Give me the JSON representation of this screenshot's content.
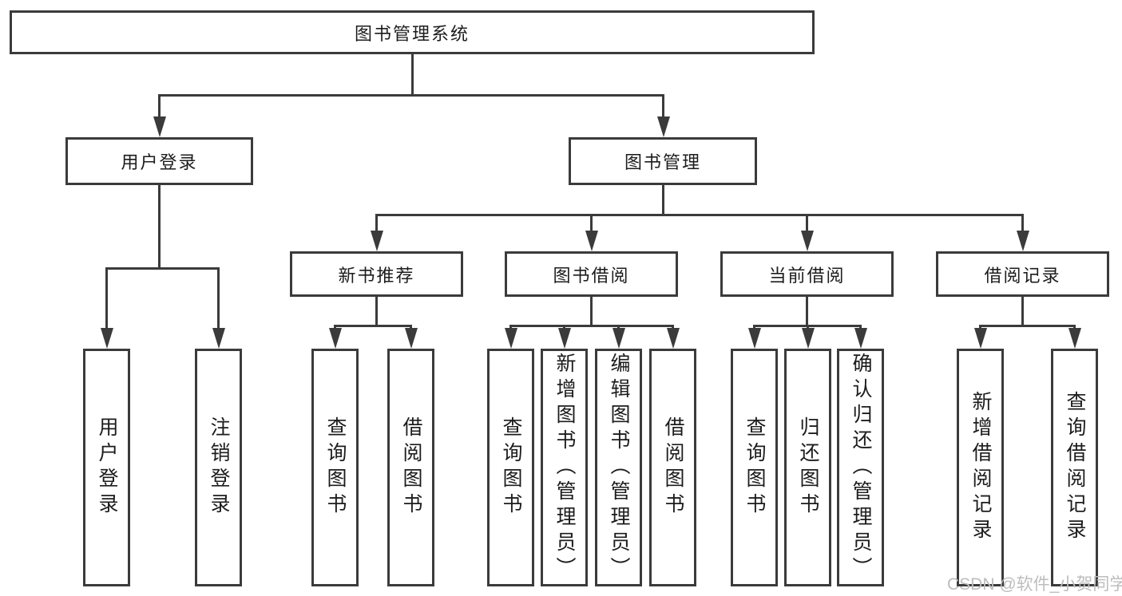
{
  "nodes": {
    "root": "图书管理系统",
    "user_login": "用户登录",
    "book_management": "图书管理",
    "new_book_recommend": "新书推荐",
    "book_borrow": "图书借阅",
    "current_borrow": "当前借阅",
    "borrow_record": "借阅记录",
    "leaf_user_login": "用户登录",
    "leaf_logout": "注销登录",
    "nb_query_book": "查询图书",
    "nb_borrow_book": "借阅图书",
    "bb_query_book": "查询图书",
    "bb_add_book": "新增图书（管理员）",
    "bb_edit_book": "编辑图书（管理员）",
    "bb_borrow_book": "借阅图书",
    "cb_query_book": "查询图书",
    "cb_return_book": "归还图书",
    "cb_confirm_return": "确认归还（管理员）",
    "br_add_record": "新增借阅记录",
    "br_query_record": "查询借阅记录"
  },
  "watermark": {
    "text": "CSDN @软件_小贺同学"
  },
  "colors": {
    "line": "#3b3b3b",
    "text": "#1c1c1c",
    "watermark": "#bdbdbd",
    "background": "#ffffff"
  }
}
